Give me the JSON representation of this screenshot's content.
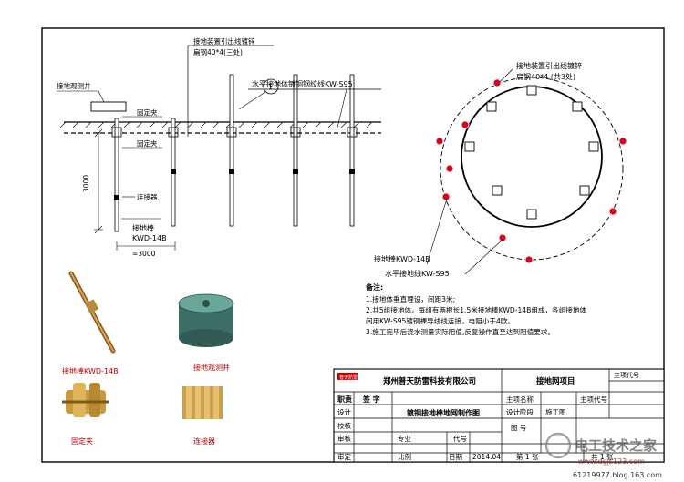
{
  "section": {
    "top_label": "接地装置引出线镀锌",
    "top_label2": "扁钢40*4(三处)",
    "callout_num": "1",
    "observe_well": "接地观测井",
    "clamp1": "固定夹",
    "clamp2": "固定夹",
    "depth": "3000",
    "connector": "连接器",
    "rod_label": "接地棒",
    "rod_model": "KWD-14B",
    "spacing": "≈3000",
    "horiz_label": "水平接地体镀铜钢绞线KW-S95"
  },
  "plan": {
    "lead_label": "接地装置引出线镀锌",
    "lead_label2": "扁钢40*4 (共3处)",
    "rod_label": "接地棒KWD-14B",
    "wire_label": "水平接地线KW-S95"
  },
  "notes": {
    "title": "备注:",
    "lines": [
      "1.接地体垂直埋设，间距3米;",
      "2.共5组接地体，每组有两根长1.5米接地棒KWD-14B组成，各组接地体",
      "间用KW-S95镀铜裸导线线连接，电阻小于4欧。",
      "3.施工完毕后浇水测量实际阻值,反复操作直至达到阻值要求。"
    ]
  },
  "photos": {
    "rod": "接地棒KWD-14B",
    "well": "接地观测井",
    "clamp": "固定夹",
    "connector": "连接器"
  },
  "title_block": {
    "logo": "普天防雷",
    "company": "郑州普天防雷科技有限公司",
    "project": "接地网项目",
    "chief_code": "主项代号",
    "role_col": "职责",
    "sign_col": "签 字",
    "roles": [
      "设计",
      "校核",
      "审核",
      "审定"
    ],
    "drawing_title": "镀铜接地棒地网制作图",
    "major": "专业",
    "code": "代号",
    "ratio": "比例",
    "date_label": "日期",
    "date": "2014.04",
    "chief_designer": "主项名称",
    "sub_code": "主项代号",
    "design_stage": "设计阶段",
    "stage": "施工图",
    "drawing_no": "图 号",
    "page": "第 1 张",
    "total": "共 1 张"
  },
  "watermark": {
    "text": "电工技术之家",
    "url": "www.dgjs123.com",
    "footer": "61219977.blog.163.com"
  }
}
